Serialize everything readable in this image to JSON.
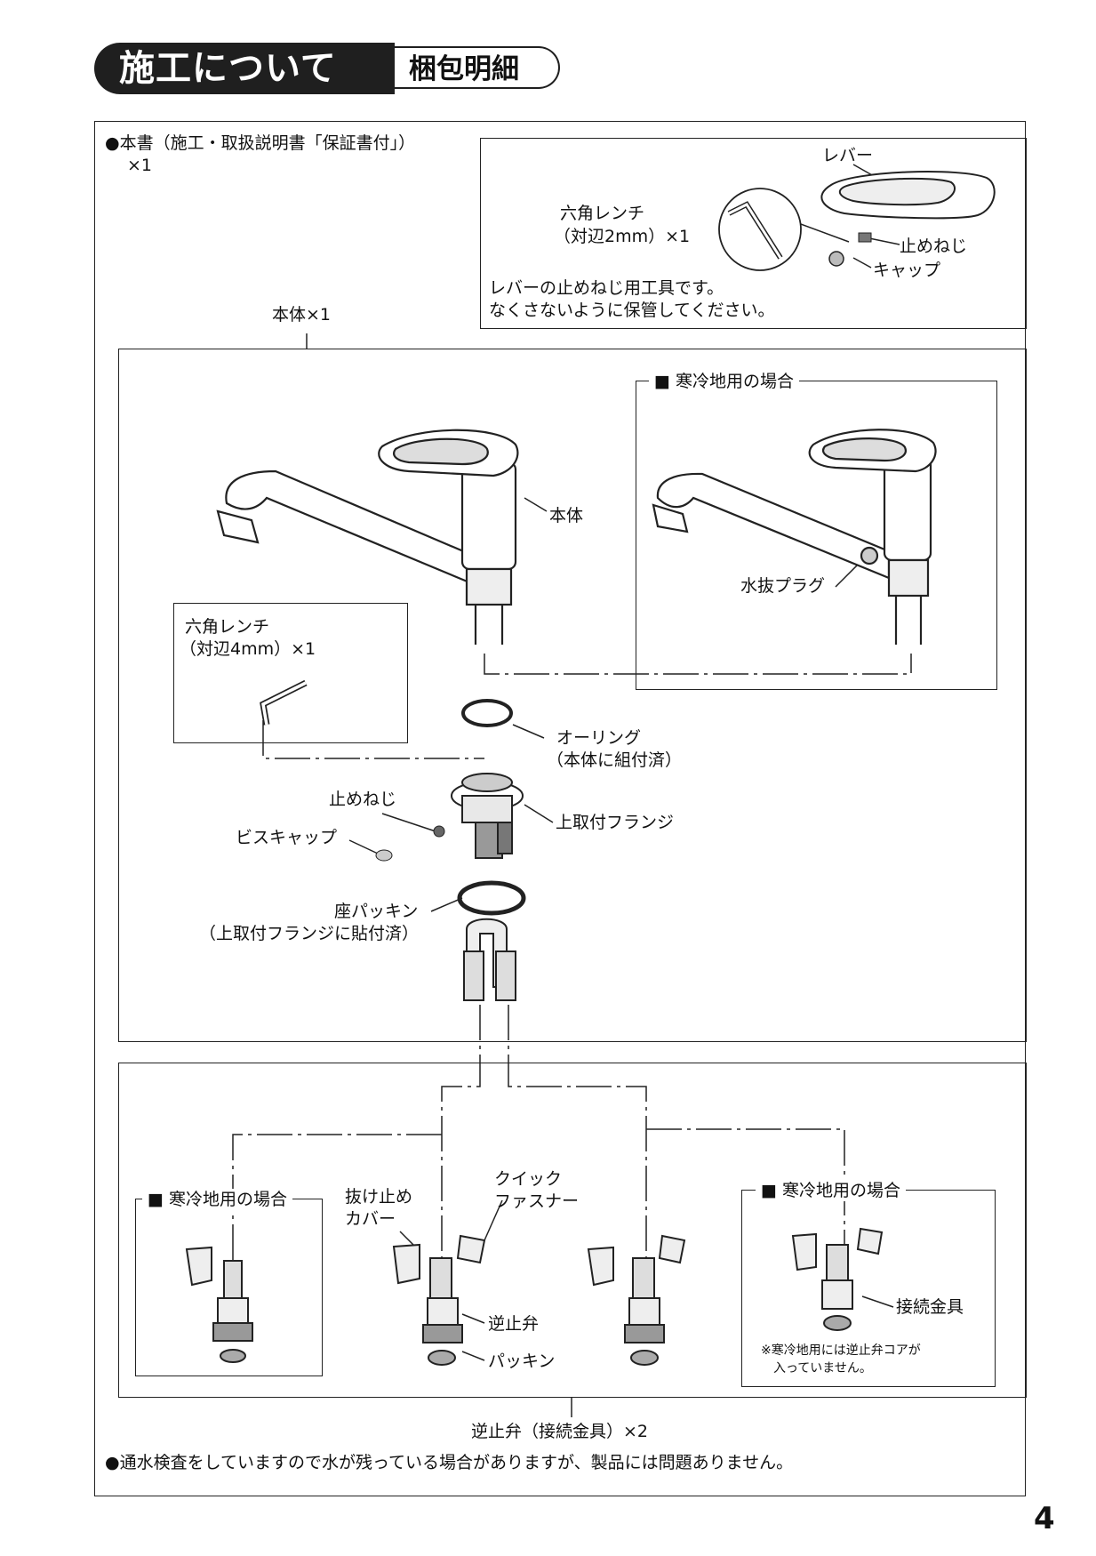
{
  "header": {
    "title": "施工について",
    "subtitle": "梱包明細"
  },
  "manual_item": {
    "label": "●本書（施工・取扱説明書「保証書付」）",
    "qty": "×1"
  },
  "wrench_box": {
    "lever": "レバー",
    "wrench_name": "六角レンチ",
    "wrench_size": "（対辺2mm）×1",
    "set_screw": "止めねじ",
    "cap": "キャップ",
    "note_line1": "レバーの止めねじ用工具です。",
    "note_line2": "なくさないように保管してください。"
  },
  "body_section": {
    "title": "本体×1",
    "body_label": "本体",
    "cold_region": "■ 寒冷地用の場合",
    "drain_plug": "水抜プラグ",
    "wrench4_name": "六角レンチ",
    "wrench4_size": "（対辺4mm）×1",
    "o_ring": "オーリング",
    "o_ring_note": "（本体に組付済）",
    "set_screw": "止めねじ",
    "screw_cap": "ビスキャップ",
    "upper_flange": "上取付フランジ",
    "seat_packing": "座パッキン",
    "seat_packing_note": "（上取付フランジに貼付済）"
  },
  "valve_section": {
    "cold_region_left": "■ 寒冷地用の場合",
    "cold_region_right": "■ 寒冷地用の場合",
    "slip_cover_line1": "抜け止め",
    "slip_cover_line2": "カバー",
    "quick_fastener_line1": "クイック",
    "quick_fastener_line2": "ファスナー",
    "check_valve": "逆止弁",
    "packing": "パッキン",
    "fitting": "接続金具",
    "cold_note_line1": "※寒冷地用には逆止弁コアが",
    "cold_note_line2": "入っていません。",
    "caption": "逆止弁（接続金具）×2"
  },
  "footer_note": "●通水検査をしていますので水が残っている場合がありますが、製品には問題ありません。",
  "page_number": "4"
}
